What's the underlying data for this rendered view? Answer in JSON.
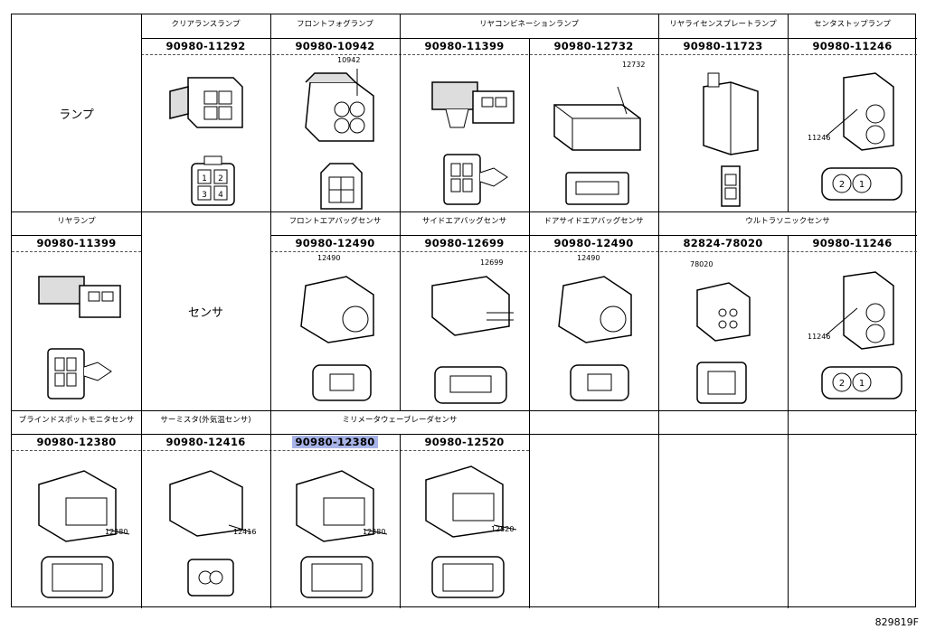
{
  "diagram_code": "829819F",
  "row1": {
    "category": "ランプ",
    "headers": [
      "クリアランスランプ",
      "フロントフォグランプ",
      "リヤコンビネーションランプ",
      "リヤライセンスプレートランプ",
      "センタストップランプ"
    ],
    "parts": [
      "90980-11292",
      "90980-10942",
      "90980-11399",
      "90980-12732",
      "90980-11723",
      "90980-11246"
    ],
    "callouts": [
      "10942",
      "12732",
      "11246"
    ],
    "pins": [
      "1",
      "2",
      "3",
      "4"
    ]
  },
  "row2": {
    "category": "センサ",
    "headers": [
      "リヤランプ",
      "フロントエアバッグセンサ",
      "サイドエアバッグセンサ",
      "ドアサイドエアバッグセンサ",
      "ウルトラソニックセンサ"
    ],
    "parts": [
      "90980-11399",
      "90980-12490",
      "90980-12699",
      "90980-12490",
      "82824-78020",
      "90980-11246"
    ],
    "callouts": [
      "12490",
      "12699",
      "12490",
      "78020",
      "11246"
    ]
  },
  "row3": {
    "headers": [
      "ブラインドスポットモニタセンサ",
      "サーミスタ(外気温センサ)",
      "ミリメータウェーブレーダセンサ"
    ],
    "parts": [
      "90980-12380",
      "90980-12416",
      "90980-12380",
      "90980-12520"
    ],
    "selected_part": "90980-12380",
    "callouts": [
      "12380",
      "12416",
      "12380",
      "12520"
    ]
  },
  "colors": {
    "highlight": "#a8b4e8",
    "line": "#000000"
  }
}
